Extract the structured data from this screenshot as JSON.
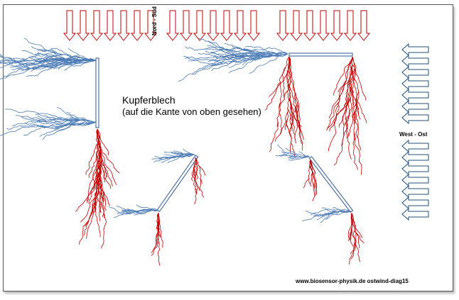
{
  "title_line1": "Kupferblech",
  "title_line2": "(auf die Kante von oben gesehen)",
  "label_north_south": "Nord - Süd",
  "label_west_east": "West - Ost",
  "credit": "www.biosensor-physik.de  ostwind-diag15",
  "colors": {
    "arrow_north_south": "#c00000",
    "arrow_west_east": "#1f4e79",
    "sheet": "#2e5597",
    "blue_branches": "#4a7ab5",
    "red_branches": "#c00000"
  }
}
